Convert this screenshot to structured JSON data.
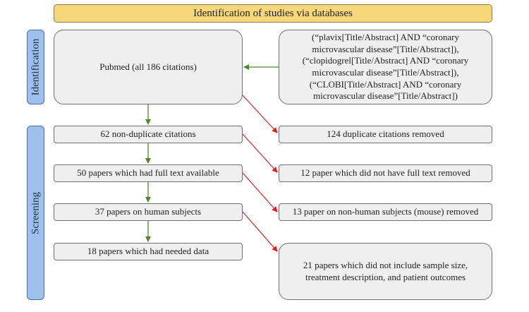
{
  "header": "Identification of studies via databases",
  "sections": {
    "identification": "Identification",
    "screening": "Screening"
  },
  "left_boxes": {
    "pubmed": "Pubmed (all 186 citations)",
    "nondup": "62 non-duplicate citations",
    "fulltext": "50 papers which had full text available",
    "human": "37 papers on human subjects",
    "data": "18  papers which had needed data"
  },
  "right_boxes": {
    "query": "(“plavix[Title/Abstract] AND “coronary\nmicrovascular disease”[Title/Abstract]),\n(“clopidogrel[Title/Abstract] AND “coronary\nmicrovascular disease”[Title/Abstract]),\n(“CLOBI[Title/Abstract] AND “coronary\nmicrovascular disease”[Title/Abstract])",
    "duplicates": "124 duplicate citations removed",
    "no_fulltext": "12 paper which did not have full text removed",
    "nonhuman": "13  paper on non-human subjects (mouse) removed",
    "no_data": "21 papers which did not include sample size,\ntreatment description, and patient outcomes"
  },
  "colors": {
    "header_fill": "#f6d77a",
    "side_fill": "#9fc0ea",
    "box_fill": "#efefef",
    "flow_arrow": "#4a8a2a",
    "exclusion_arrow": "#e02020"
  }
}
